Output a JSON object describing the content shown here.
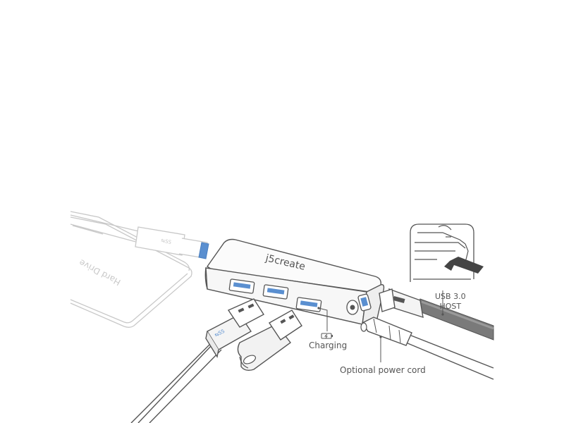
{
  "labels": {
    "hub_brand": "j5create",
    "hard_drive": "Hard Drive",
    "charging": "Charging",
    "power_cord": "Optional power cord",
    "host_line1": "USB 3.0",
    "host_line2": "HOST"
  },
  "colors": {
    "line": "#555555",
    "faded_line": "#c8c8c8",
    "usb3_blue": "#5a8fd0",
    "hub_body": "#f7f7f7",
    "cable_dark": "#7a7a7a"
  },
  "icons": [
    "charging-icon",
    "arrow-icon",
    "ss-usb-logo"
  ]
}
